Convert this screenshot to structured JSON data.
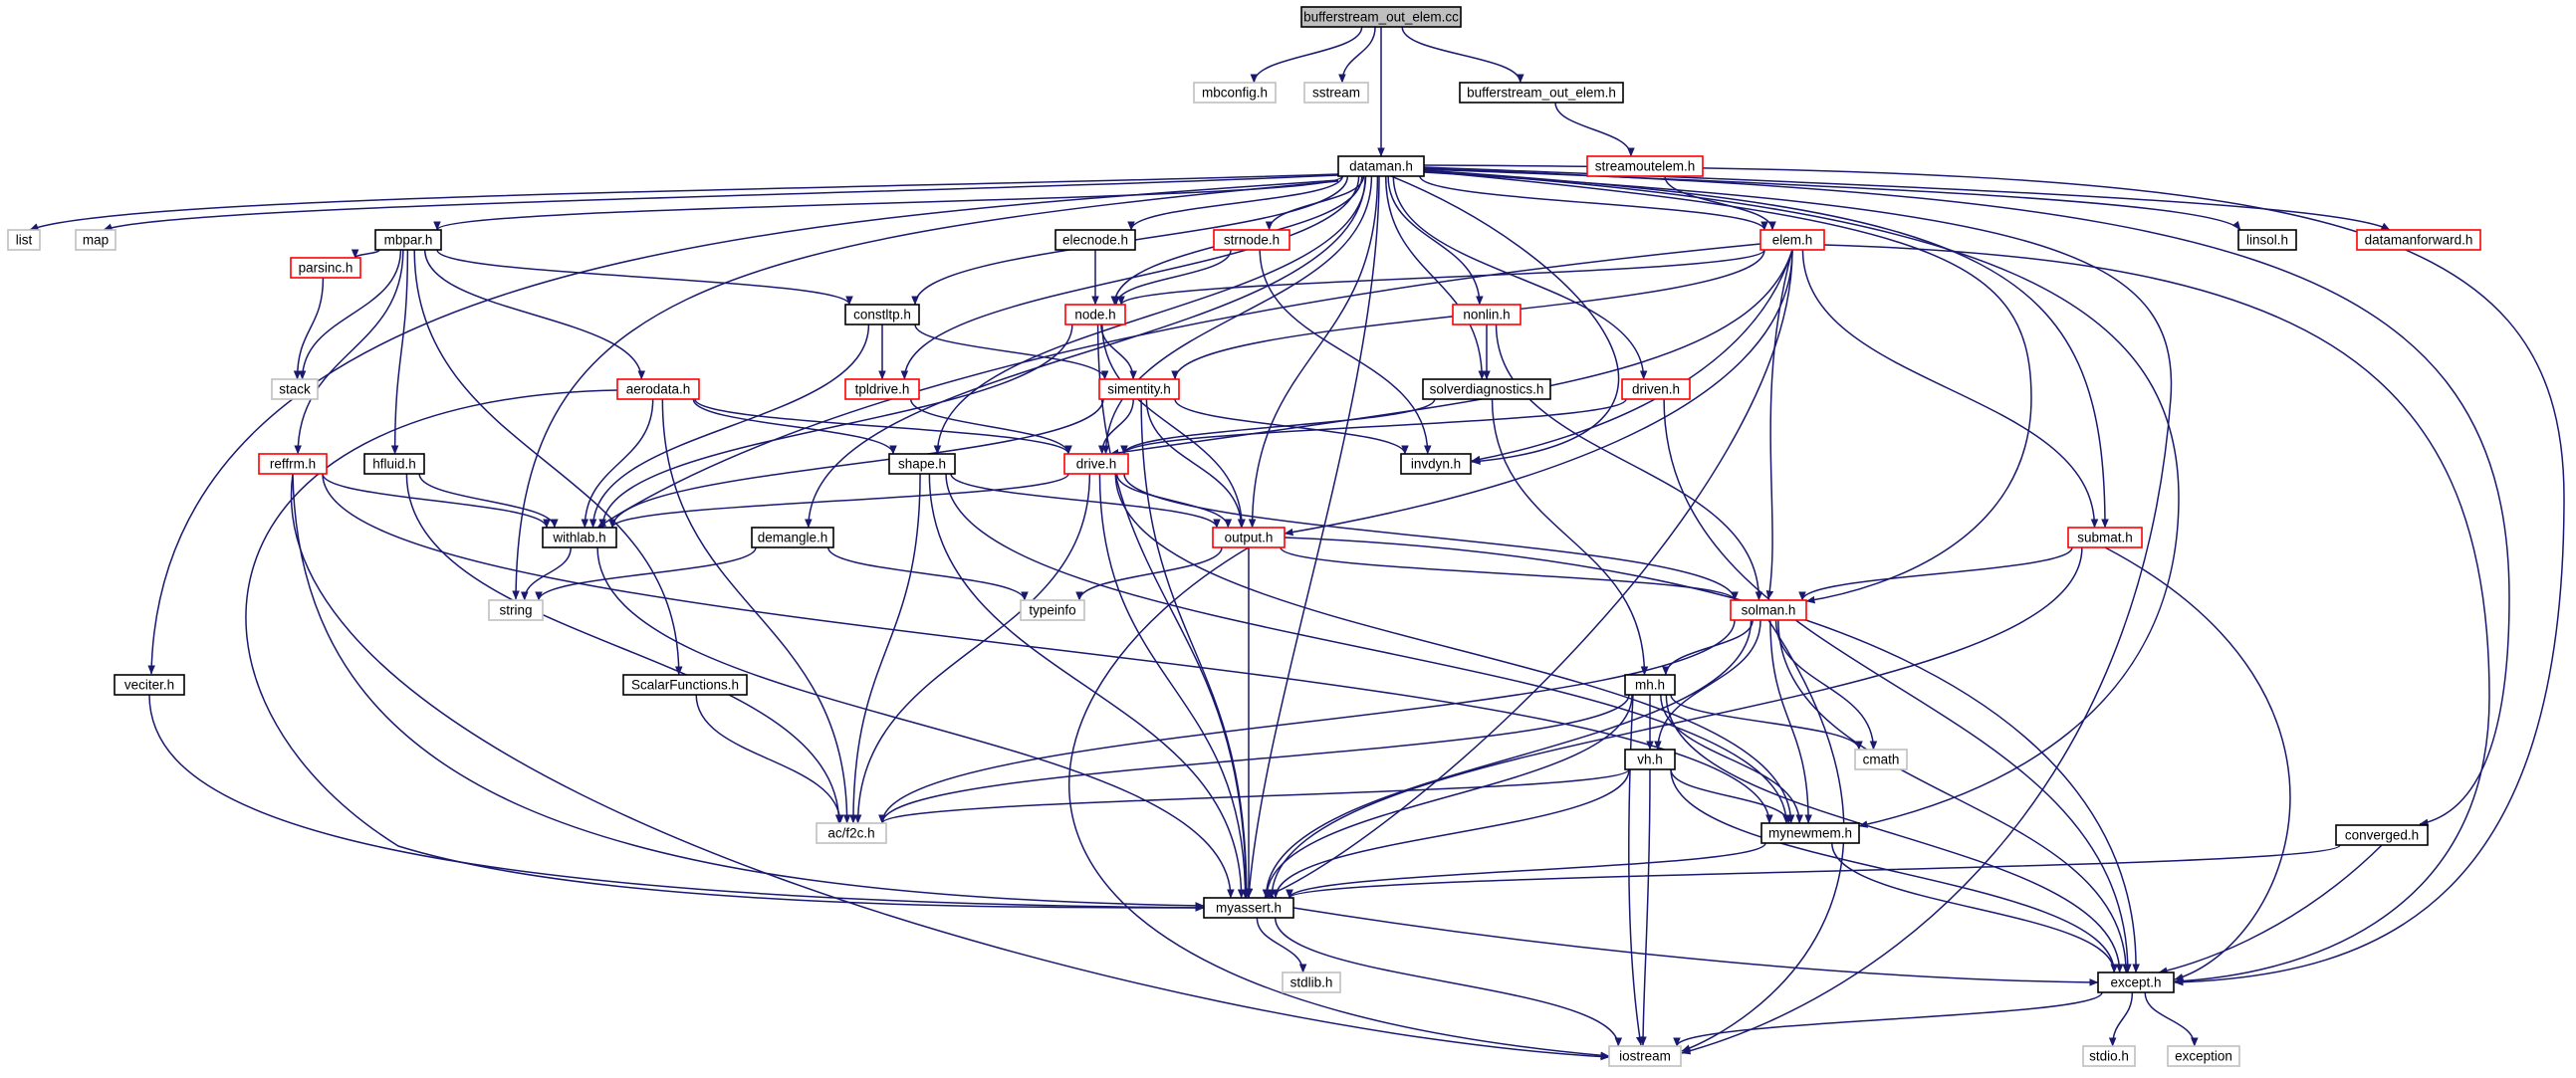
{
  "title": "bufferstream_out_elem.cc",
  "colors": {
    "edge": "#191970",
    "node_border_normal": "#000000",
    "node_border_truncated": "#ff0000",
    "node_border_external": "#bfbfbf",
    "node_fill_root": "#bfbfbf",
    "node_fill": "#ffffff"
  },
  "nodes": [
    {
      "id": "root",
      "label": "bufferstream_out_elem.cc",
      "kind": "root"
    },
    {
      "id": "mbconfig",
      "label": "mbconfig.h",
      "kind": "external"
    },
    {
      "id": "sstream",
      "label": "sstream",
      "kind": "external"
    },
    {
      "id": "bufout",
      "label": "bufferstream_out_elem.h",
      "kind": "normal"
    },
    {
      "id": "streamoutelem",
      "label": "streamoutelem.h",
      "kind": "truncated"
    },
    {
      "id": "dataman",
      "label": "dataman.h",
      "kind": "normal"
    },
    {
      "id": "list",
      "label": "list",
      "kind": "external"
    },
    {
      "id": "map",
      "label": "map",
      "kind": "external"
    },
    {
      "id": "mbpar",
      "label": "mbpar.h",
      "kind": "normal"
    },
    {
      "id": "elecnode",
      "label": "elecnode.h",
      "kind": "normal"
    },
    {
      "id": "strnode",
      "label": "strnode.h",
      "kind": "truncated"
    },
    {
      "id": "elem",
      "label": "elem.h",
      "kind": "truncated"
    },
    {
      "id": "linsol",
      "label": "linsol.h",
      "kind": "normal"
    },
    {
      "id": "datamanforward",
      "label": "datamanforward.h",
      "kind": "truncated"
    },
    {
      "id": "parsinc",
      "label": "parsinc.h",
      "kind": "truncated"
    },
    {
      "id": "constltp",
      "label": "constltp.h",
      "kind": "normal"
    },
    {
      "id": "node",
      "label": "node.h",
      "kind": "truncated"
    },
    {
      "id": "nonlin",
      "label": "nonlin.h",
      "kind": "truncated"
    },
    {
      "id": "stack",
      "label": "stack",
      "kind": "external"
    },
    {
      "id": "aerodata",
      "label": "aerodata.h",
      "kind": "truncated"
    },
    {
      "id": "tpldrive",
      "label": "tpldrive.h",
      "kind": "truncated"
    },
    {
      "id": "simentity",
      "label": "simentity.h",
      "kind": "truncated"
    },
    {
      "id": "solverdiag",
      "label": "solverdiagnostics.h",
      "kind": "normal"
    },
    {
      "id": "driven",
      "label": "driven.h",
      "kind": "truncated"
    },
    {
      "id": "reffrm",
      "label": "reffrm.h",
      "kind": "truncated"
    },
    {
      "id": "hfluid",
      "label": "hfluid.h",
      "kind": "normal"
    },
    {
      "id": "shape",
      "label": "shape.h",
      "kind": "normal"
    },
    {
      "id": "drive",
      "label": "drive.h",
      "kind": "truncated"
    },
    {
      "id": "invdyn",
      "label": "invdyn.h",
      "kind": "normal"
    },
    {
      "id": "withlab",
      "label": "withlab.h",
      "kind": "normal"
    },
    {
      "id": "demangle",
      "label": "demangle.h",
      "kind": "normal"
    },
    {
      "id": "output",
      "label": "output.h",
      "kind": "truncated"
    },
    {
      "id": "submat",
      "label": "submat.h",
      "kind": "truncated"
    },
    {
      "id": "string",
      "label": "string",
      "kind": "external"
    },
    {
      "id": "typeinfo",
      "label": "typeinfo",
      "kind": "external"
    },
    {
      "id": "solman",
      "label": "solman.h",
      "kind": "truncated"
    },
    {
      "id": "veciter",
      "label": "veciter.h",
      "kind": "normal"
    },
    {
      "id": "scalarfn",
      "label": "ScalarFunctions.h",
      "kind": "normal"
    },
    {
      "id": "mh",
      "label": "mh.h",
      "kind": "normal"
    },
    {
      "id": "cmath",
      "label": "cmath",
      "kind": "external"
    },
    {
      "id": "vh",
      "label": "vh.h",
      "kind": "normal"
    },
    {
      "id": "acf2c",
      "label": "ac/f2c.h",
      "kind": "external"
    },
    {
      "id": "mynewmem",
      "label": "mynewmem.h",
      "kind": "normal"
    },
    {
      "id": "converged",
      "label": "converged.h",
      "kind": "normal"
    },
    {
      "id": "myassert",
      "label": "myassert.h",
      "kind": "normal"
    },
    {
      "id": "stdlib",
      "label": "stdlib.h",
      "kind": "external"
    },
    {
      "id": "except",
      "label": "except.h",
      "kind": "normal"
    },
    {
      "id": "stdio",
      "label": "stdio.h",
      "kind": "external"
    },
    {
      "id": "exception",
      "label": "exception",
      "kind": "external"
    },
    {
      "id": "iostream",
      "label": "iostream",
      "kind": "external"
    }
  ],
  "edges": [
    [
      "root",
      "mbconfig"
    ],
    [
      "root",
      "sstream"
    ],
    [
      "root",
      "bufout"
    ],
    [
      "root",
      "dataman"
    ],
    [
      "bufout",
      "streamoutelem"
    ],
    [
      "streamoutelem",
      "elem"
    ],
    [
      "dataman",
      "list"
    ],
    [
      "dataman",
      "map"
    ],
    [
      "dataman",
      "mbpar"
    ],
    [
      "dataman",
      "elecnode"
    ],
    [
      "dataman",
      "strnode"
    ],
    [
      "dataman",
      "elem"
    ],
    [
      "dataman",
      "linsol"
    ],
    [
      "dataman",
      "datamanforward"
    ],
    [
      "dataman",
      "veciter"
    ],
    [
      "dataman",
      "string"
    ],
    [
      "dataman",
      "constltp"
    ],
    [
      "dataman",
      "tpldrive"
    ],
    [
      "dataman",
      "shape"
    ],
    [
      "dataman",
      "drive"
    ],
    [
      "dataman",
      "demangle"
    ],
    [
      "dataman",
      "output"
    ],
    [
      "dataman",
      "myassert"
    ],
    [
      "dataman",
      "solverdiag"
    ],
    [
      "dataman",
      "nonlin"
    ],
    [
      "dataman",
      "driven"
    ],
    [
      "dataman",
      "invdyn"
    ],
    [
      "dataman",
      "solman"
    ],
    [
      "dataman",
      "submat"
    ],
    [
      "dataman",
      "mynewmem"
    ],
    [
      "dataman",
      "iostream"
    ],
    [
      "dataman",
      "converged"
    ],
    [
      "dataman",
      "except"
    ],
    [
      "dataman",
      "node"
    ],
    [
      "mbpar",
      "parsinc"
    ],
    [
      "mbpar",
      "stack"
    ],
    [
      "mbpar",
      "reffrm"
    ],
    [
      "mbpar",
      "hfluid"
    ],
    [
      "mbpar",
      "scalarfn"
    ],
    [
      "mbpar",
      "aerodata"
    ],
    [
      "mbpar",
      "constltp"
    ],
    [
      "parsinc",
      "stack"
    ],
    [
      "elecnode",
      "node"
    ],
    [
      "strnode",
      "node"
    ],
    [
      "strnode",
      "invdyn"
    ],
    [
      "elem",
      "node"
    ],
    [
      "elem",
      "simentity"
    ],
    [
      "elem",
      "withlab"
    ],
    [
      "elem",
      "output"
    ],
    [
      "elem",
      "invdyn"
    ],
    [
      "elem",
      "solman"
    ],
    [
      "elem",
      "submat"
    ],
    [
      "elem",
      "myassert"
    ],
    [
      "elem",
      "except"
    ],
    [
      "elem",
      "drive"
    ],
    [
      "constltp",
      "tpldrive"
    ],
    [
      "constltp",
      "simentity"
    ],
    [
      "constltp",
      "withlab"
    ],
    [
      "node",
      "simentity"
    ],
    [
      "node",
      "output"
    ],
    [
      "node",
      "withlab"
    ],
    [
      "node",
      "myassert"
    ],
    [
      "nonlin",
      "solverdiag"
    ],
    [
      "nonlin",
      "solman"
    ],
    [
      "aerodata",
      "shape"
    ],
    [
      "aerodata",
      "drive"
    ],
    [
      "aerodata",
      "withlab"
    ],
    [
      "aerodata",
      "acf2c"
    ],
    [
      "aerodata",
      "myassert"
    ],
    [
      "tpldrive",
      "drive"
    ],
    [
      "simentity",
      "drive"
    ],
    [
      "simentity",
      "output"
    ],
    [
      "simentity",
      "invdyn"
    ],
    [
      "simentity",
      "withlab"
    ],
    [
      "simentity",
      "myassert"
    ],
    [
      "solverdiag",
      "drive"
    ],
    [
      "solverdiag",
      "mh"
    ],
    [
      "driven",
      "drive"
    ],
    [
      "driven",
      "except"
    ],
    [
      "reffrm",
      "withlab"
    ],
    [
      "reffrm",
      "myassert"
    ],
    [
      "reffrm",
      "iostream"
    ],
    [
      "reffrm",
      "mynewmem"
    ],
    [
      "hfluid",
      "withlab"
    ],
    [
      "hfluid",
      "acf2c"
    ],
    [
      "shape",
      "output"
    ],
    [
      "shape",
      "acf2c"
    ],
    [
      "shape",
      "mynewmem"
    ],
    [
      "shape",
      "myassert"
    ],
    [
      "drive",
      "withlab"
    ],
    [
      "drive",
      "output"
    ],
    [
      "drive",
      "solman"
    ],
    [
      "drive",
      "myassert"
    ],
    [
      "drive",
      "acf2c"
    ],
    [
      "drive",
      "mynewmem"
    ],
    [
      "withlab",
      "string"
    ],
    [
      "withlab",
      "myassert"
    ],
    [
      "demangle",
      "string"
    ],
    [
      "demangle",
      "typeinfo"
    ],
    [
      "output",
      "typeinfo"
    ],
    [
      "output",
      "solman"
    ],
    [
      "output",
      "myassert"
    ],
    [
      "output",
      "iostream"
    ],
    [
      "output",
      "except"
    ],
    [
      "submat",
      "solman"
    ],
    [
      "submat",
      "myassert"
    ],
    [
      "submat",
      "except"
    ],
    [
      "solman",
      "mh"
    ],
    [
      "solman",
      "vh"
    ],
    [
      "solman",
      "cmath"
    ],
    [
      "solman",
      "acf2c"
    ],
    [
      "solman",
      "mynewmem"
    ],
    [
      "solman",
      "myassert"
    ],
    [
      "solman",
      "except"
    ],
    [
      "solman",
      "iostream"
    ],
    [
      "veciter",
      "myassert"
    ],
    [
      "scalarfn",
      "acf2c"
    ],
    [
      "mh",
      "vh"
    ],
    [
      "mh",
      "cmath"
    ],
    [
      "mh",
      "mynewmem"
    ],
    [
      "mh",
      "acf2c"
    ],
    [
      "mh",
      "myassert"
    ],
    [
      "mh",
      "except"
    ],
    [
      "mh",
      "iostream"
    ],
    [
      "vh",
      "acf2c"
    ],
    [
      "vh",
      "mynewmem"
    ],
    [
      "vh",
      "myassert"
    ],
    [
      "vh",
      "except"
    ],
    [
      "vh",
      "iostream"
    ],
    [
      "mynewmem",
      "myassert"
    ],
    [
      "mynewmem",
      "except"
    ],
    [
      "converged",
      "myassert"
    ],
    [
      "converged",
      "except"
    ],
    [
      "myassert",
      "stdlib"
    ],
    [
      "myassert",
      "except"
    ],
    [
      "myassert",
      "iostream"
    ],
    [
      "except",
      "stdio"
    ],
    [
      "except",
      "exception"
    ],
    [
      "except",
      "iostream"
    ]
  ]
}
